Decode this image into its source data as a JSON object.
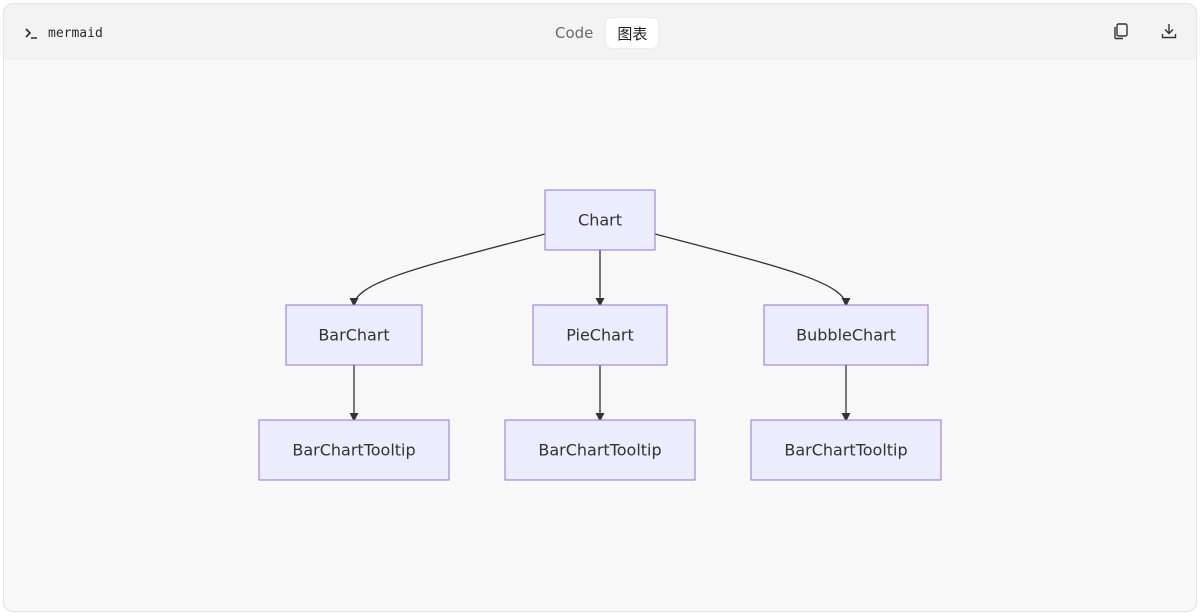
{
  "header": {
    "language": "mermaid",
    "tabs": [
      {
        "label": "Code",
        "active": false
      },
      {
        "label": "图表",
        "active": true
      }
    ],
    "actions": [
      {
        "icon": "copy-icon"
      },
      {
        "icon": "download-icon"
      }
    ]
  },
  "diagram": {
    "type": "flowchart",
    "direction": "TD",
    "colors": {
      "node_fill": "#ececff",
      "node_stroke": "#9370db",
      "edge": "#333333"
    },
    "nodes": [
      {
        "id": "chart",
        "label": "Chart"
      },
      {
        "id": "bar",
        "label": "BarChart"
      },
      {
        "id": "pie",
        "label": "PieChart"
      },
      {
        "id": "bubble",
        "label": "BubbleChart"
      },
      {
        "id": "tip1",
        "label": "BarChartTooltip"
      },
      {
        "id": "tip2",
        "label": "BarChartTooltip"
      },
      {
        "id": "tip3",
        "label": "BarChartTooltip"
      }
    ],
    "edges": [
      {
        "from": "chart",
        "to": "bar"
      },
      {
        "from": "chart",
        "to": "pie"
      },
      {
        "from": "chart",
        "to": "bubble"
      },
      {
        "from": "bar",
        "to": "tip1"
      },
      {
        "from": "pie",
        "to": "tip2"
      },
      {
        "from": "bubble",
        "to": "tip3"
      }
    ]
  }
}
